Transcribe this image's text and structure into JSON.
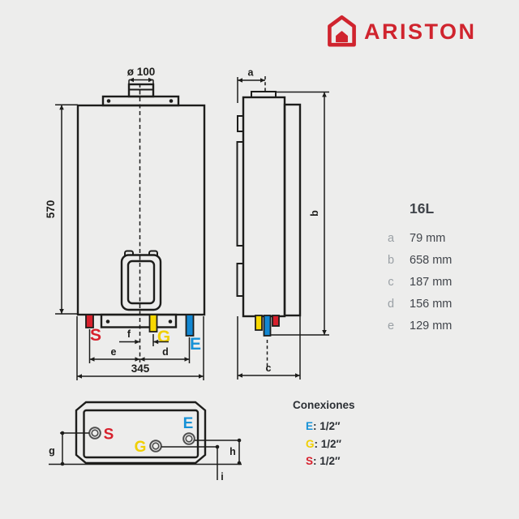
{
  "brand": {
    "name": "ARISTON"
  },
  "colors": {
    "background": "#ededec",
    "line": "#1d1d1b",
    "brand_red": "#d0242e",
    "connection_red": "#d7202c",
    "connection_yellow": "#f8d800",
    "connection_blue": "#1691d6",
    "text_dark": "#41454b",
    "text_light": "#9aa0a5"
  },
  "front_view": {
    "flue_diameter": "ø 100",
    "height": "570",
    "width": "345",
    "dims": {
      "f": "f",
      "e": "e",
      "d": "d"
    },
    "connections": {
      "s": "S",
      "g": "G",
      "e": "E"
    }
  },
  "side_view": {
    "dims": {
      "a": "a",
      "b": "b",
      "c": "c"
    }
  },
  "bottom_view": {
    "dims": {
      "g": "g",
      "h": "h",
      "i": "i"
    },
    "connections": {
      "s": "S",
      "g": "G",
      "e": "E"
    }
  },
  "specs": {
    "model": "16L",
    "rows": [
      {
        "key": "a",
        "value": "79 mm"
      },
      {
        "key": "b",
        "value": "658 mm"
      },
      {
        "key": "c",
        "value": "187 mm"
      },
      {
        "key": "d",
        "value": "156 mm"
      },
      {
        "key": "e",
        "value": "129 mm"
      }
    ]
  },
  "conexiones": {
    "title": "Conexiones",
    "items": [
      {
        "key": "E",
        "value": ": 1/2″"
      },
      {
        "key": "G",
        "value": ": 1/2″"
      },
      {
        "key": "S",
        "value": ": 1/2″"
      }
    ]
  }
}
